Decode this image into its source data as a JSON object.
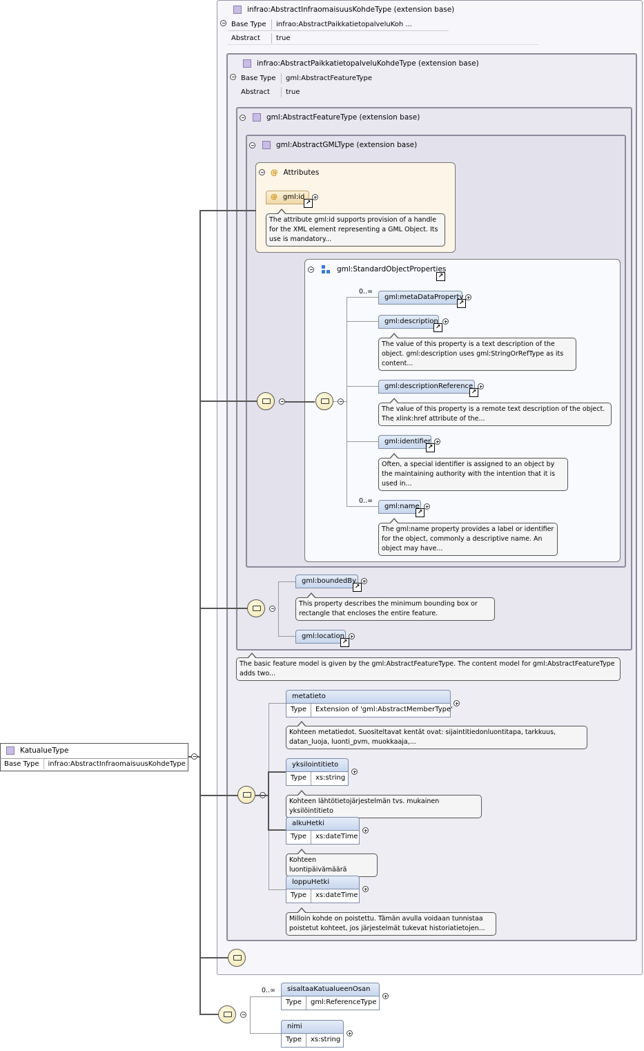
{
  "labels": {
    "base_type": "Base Type",
    "abstract": "Abstract",
    "type": "Type",
    "extension_base": "(extension base)"
  },
  "root": {
    "name": "KatualueType",
    "base_type": "infrao:AbstractInfraomaisuusKohdeType"
  },
  "level1": {
    "title": "infrao:AbstractInfraomaisuusKohdeType (extension base)",
    "base_type": "infrao:AbstractPaikkatietopalveluKoh ...",
    "abstract": "true"
  },
  "level2": {
    "title": "infrao:AbstractPaikkatietopalveluKohdeType (extension base)",
    "base_type": "gml:AbstractFeatureType",
    "abstract": "true"
  },
  "level3": {
    "title": "gml:AbstractFeatureType (extension base)"
  },
  "level4": {
    "title": "gml:AbstractGMLType (extension base)"
  },
  "attributes": {
    "title": "Attributes",
    "id_name": "gml:id",
    "id_doc": "The attribute gml:id supports provision of a handle for the XML element representing a GML Object. Its use is mandatory..."
  },
  "standard_props": {
    "title": "gml:StandardObjectProperties",
    "items": [
      {
        "name": "gml:metaDataProperty",
        "mult": "0..∞",
        "doc": ""
      },
      {
        "name": "gml:description",
        "mult": "",
        "doc": "The value of this property is a text description of the object. gml:description uses gml:StringOrRefType as its content..."
      },
      {
        "name": "gml:descriptionReference",
        "mult": "",
        "doc": "The value of this property is a remote text description of the object. The xlink:href attribute of the..."
      },
      {
        "name": "gml:identifier",
        "mult": "",
        "doc": "Often, a special identifier is assigned to an object by the maintaining authority with the intention that it is used in..."
      },
      {
        "name": "gml:name",
        "mult": "0..∞",
        "doc": "The gml:name property provides a label or identifier for the object, commonly a descriptive name. An object may have..."
      }
    ]
  },
  "feature_props": {
    "bounded_by": "gml:boundedBy",
    "bounded_by_doc": "This property describes the minimum bounding box or rectangle that encloses the entire feature.",
    "location": "gml:location",
    "feature_doc": "The basic feature model is given by the gml:AbstractFeatureType. The content model for gml:AbstractFeatureType adds two..."
  },
  "infra_props": [
    {
      "name": "metatieto",
      "type": "Extension of 'gml:AbstractMemberType'",
      "doc": "Kohteen metatiedot. Suositeltavat kentät ovat: sijaintitiedonluontitapa, tarkkuus, datan_luoja, luonti_pvm, muokkaaja,..."
    },
    {
      "name": "yksilointitieto",
      "type": "xs:string",
      "doc": "Kohteen lähtötietojärjestelmän tvs. mukainen yksilöintitieto"
    },
    {
      "name": "alkuHetki",
      "type": "xs:dateTime",
      "doc": "Kohteen luontipäivämäärä"
    },
    {
      "name": "loppuHetki",
      "type": "xs:dateTime",
      "doc": "Milloin kohde on poistettu. Tämän avulla voidaan tunnistaa poistetut kohteet, jos järjestelmät tukevat historiatietojen..."
    }
  ],
  "katualue_props": [
    {
      "name": "sisaltaaKatualueenOsan",
      "mult": "0..∞",
      "type": "gml:ReferenceType"
    },
    {
      "name": "nimi",
      "mult": "",
      "type": "xs:string"
    }
  ]
}
